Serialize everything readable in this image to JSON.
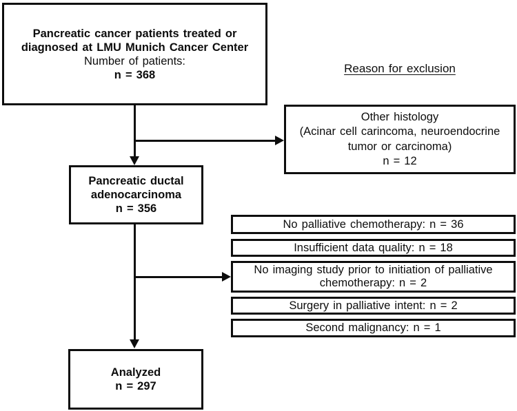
{
  "colors": {
    "ink": "#0d0d0d",
    "background": "#ffffff"
  },
  "flowchart": {
    "top_box": {
      "line1": "Pancreatic cancer patients treated or",
      "line2": "diagnosed at LMU Munich Cancer Center",
      "line3": "Number of patients:",
      "line4": "n = 368"
    },
    "exclusion_header": "Reason for exclusion",
    "other_histology_box": {
      "line1": "Other histology",
      "line2": "(Acinar cell carincoma, neuroendocrine",
      "line3": "tumor or carcinoma)",
      "line4": "n = 12"
    },
    "pda_box": {
      "line1": "Pancreatic ductal",
      "line2": "adenocarcinoma",
      "line3": "n = 356"
    },
    "exclusion_boxes": [
      "No palliative chemotherapy: n = 36",
      "Insufficient data quality: n = 18",
      "No imaging study prior to initiation of palliative chemotherapy: n = 2",
      "Surgery in palliative intent: n = 2",
      "Second malignancy: n = 1"
    ],
    "analyzed_box": {
      "line1": "Analyzed",
      "line2": "n = 297"
    }
  }
}
